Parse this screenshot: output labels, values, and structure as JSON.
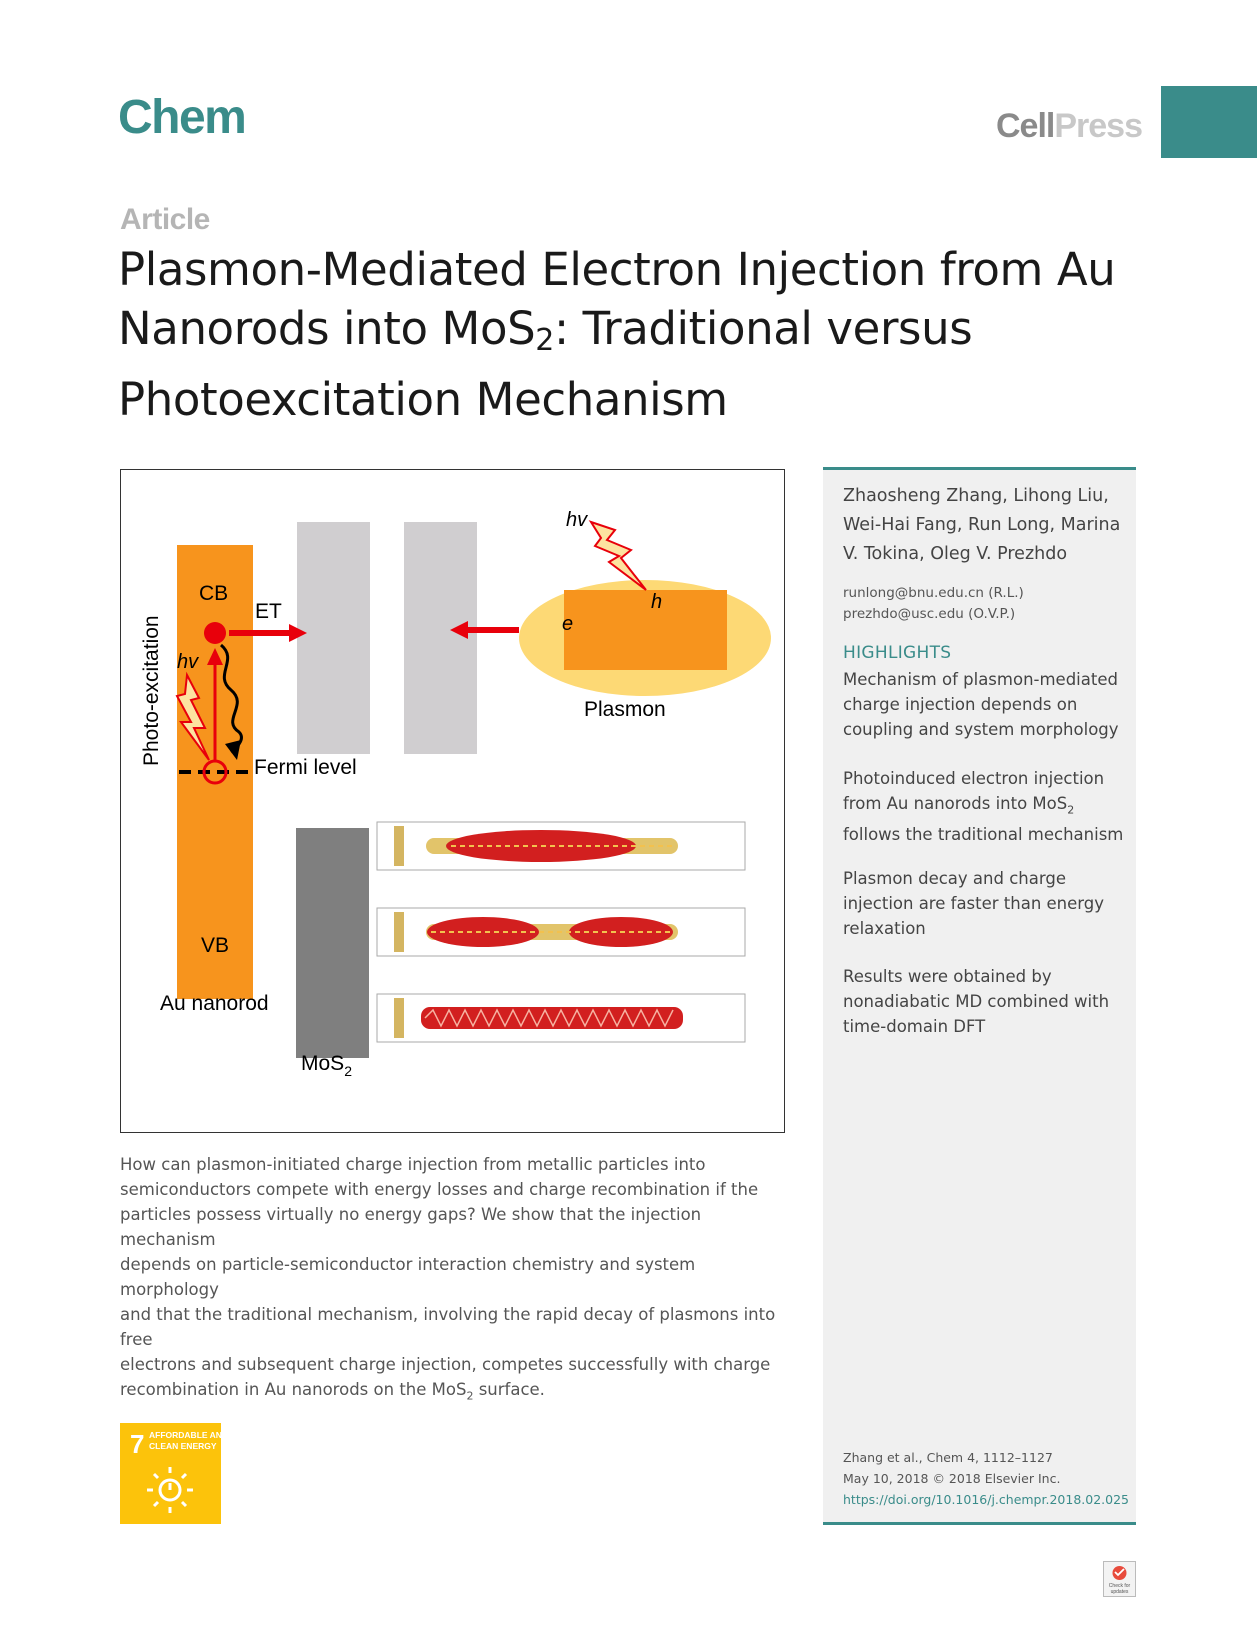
{
  "header": {
    "journal": "Chem",
    "publisher_part1": "Cell",
    "publisher_part2": "Press"
  },
  "article_type": "Article",
  "title": {
    "line1": "Plasmon-Mediated Electron Injection from Au",
    "line2_pre": "Nanorods into MoS",
    "line2_sub": "2",
    "line2_post": ": Traditional versus",
    "line3": "Photoexcitation Mechanism"
  },
  "figure": {
    "cb": "CB",
    "vb": "VB",
    "et": "ET",
    "fermi": "Fermi level",
    "photo_excitation": "Photo-excitation",
    "hv_left": "hv",
    "hv_top": "hv",
    "e_label": "e",
    "h_label": "h",
    "plasmon": "Plasmon",
    "au_nanorod": "Au nanorod",
    "mos2_pre": "MoS",
    "mos2_sub": "2"
  },
  "sidebar": {
    "authors_line1": "Zhaosheng Zhang, Lihong Liu,",
    "authors_line2": "Wei-Hai Fang, Run Long, Marina",
    "authors_line3": "V. Tokina, Oleg V. Prezhdo",
    "email1": "runlong@bnu.edu.cn (R.L.)",
    "email2": "prezhdo@usc.edu (O.V.P.)",
    "highlights_heading": "HIGHLIGHTS",
    "h1": [
      "Mechanism of plasmon-mediated",
      "charge injection depends on",
      "coupling and system morphology"
    ],
    "h2_l1": "Photoinduced electron injection",
    "h2_l2_pre": "from Au nanorods into MoS",
    "h2_l2_sub": "2",
    "h2_l3": "follows the traditional mechanism",
    "h3": [
      "Plasmon decay and charge",
      "injection are faster than energy",
      "relaxation"
    ],
    "h4": [
      "Results were obtained by",
      "nonadiabatic MD combined with",
      "time-domain DFT"
    ],
    "cite_line1": "Zhang et al., Chem 4, 1112–1127",
    "cite_line2": "May 10, 2018 © 2018 Elsevier Inc.",
    "doi": "https://doi.org/10.1016/j.chempr.2018.02.025"
  },
  "abstract": {
    "l1": "How can plasmon-initiated charge injection from metallic particles into",
    "l2": "semiconductors compete with energy losses and charge recombination if the",
    "l3": "particles possess virtually no energy gaps? We show that the injection mechanism",
    "l4": "depends on particle-semiconductor interaction chemistry and system morphology",
    "l5": "and that the traditional mechanism, involving the rapid decay of plasmons into free",
    "l6": "electrons and subsequent charge injection, competes successfully with charge",
    "l7_pre": "recombination in Au nanorods on the MoS",
    "l7_sub": "2",
    "l7_post": " surface."
  },
  "sdg": {
    "number": "7",
    "line1": "AFFORDABLE AND",
    "line2": "CLEAN ENERGY"
  },
  "check_updates": {
    "line1": "Check for",
    "line2": "updates"
  },
  "colors": {
    "accent": "#3a8c8a",
    "orange": "#f7941d",
    "red": "#e8000b",
    "sdg_yellow": "#fcc30b"
  }
}
